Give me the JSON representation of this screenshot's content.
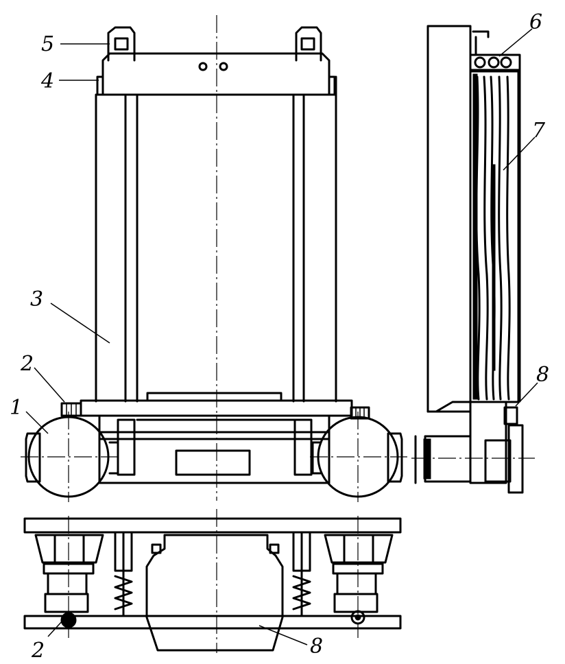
{
  "labels": {
    "l1": "1",
    "l2_top": "2",
    "l2_bottom": "2",
    "l3": "3",
    "l4": "4",
    "l5": "5",
    "l6": "6",
    "l7": "7",
    "l8_side": "8",
    "l8_bottom": "8"
  }
}
